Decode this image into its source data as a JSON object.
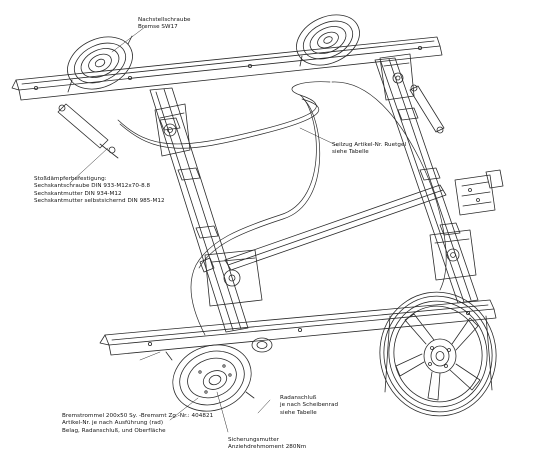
{
  "labels": {
    "nachstellschraube": [
      "Nachstellschraube",
      "Bremse SW17"
    ],
    "seilzug": [
      "Seilzug Artikel-Nr. Ruetgel",
      "siehe Tabelle"
    ],
    "stossdaempfer": [
      "Stoßdämpferbefestigung:",
      "Sechskantschraube DIN 933-M12x70-8.8",
      "Sechskantmutter DIN 934-M12",
      "Sechskantmutter selbstsichernd DIN 985-M12"
    ],
    "radanschluss": [
      "Radanschluß",
      "je nach Scheibenrad",
      "siehe Tabelle"
    ],
    "bremstrommel": [
      "Bremstrommel 200x50 Sy. -Bremsmt Zg.-Nr.: 404821",
      "Artikel-Nr. je nach Ausführung (rad)",
      "Belag, Radanschluß, und Oberfläche"
    ],
    "sicherungsmutter": [
      "Sicherungsmutter",
      "Anziehdrehmoment 280Nm"
    ]
  },
  "colors": {
    "line": "#2a2a2a",
    "text": "#111111",
    "background": "#ffffff"
  }
}
